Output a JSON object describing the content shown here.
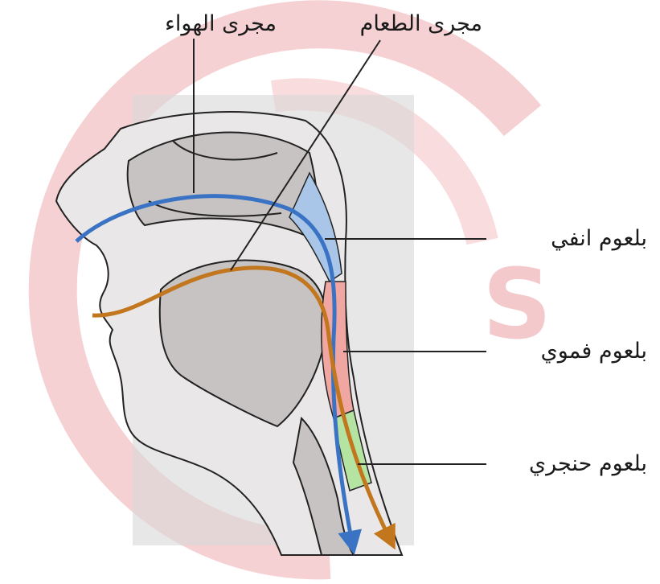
{
  "labels": {
    "airway": "مجرى الهواء",
    "foodway": "مجرى الطعام",
    "nasopharynx": "بلعوم انفي",
    "oropharynx": "بلعوم فموي",
    "laryngopharynx": "بلعوم حنجري"
  },
  "colors": {
    "airway_path": "#3a73c4",
    "food_path": "#c2761e",
    "nasopharynx_region": "#a9c6e8",
    "oropharynx_region": "#f0a7a2",
    "laryngopharynx_region": "#b5e3a2",
    "tissue": "#c8c3c3",
    "skin": "#e9e7e7",
    "watermark": "#f5c9cc"
  },
  "watermark": {
    "letter": "S"
  }
}
